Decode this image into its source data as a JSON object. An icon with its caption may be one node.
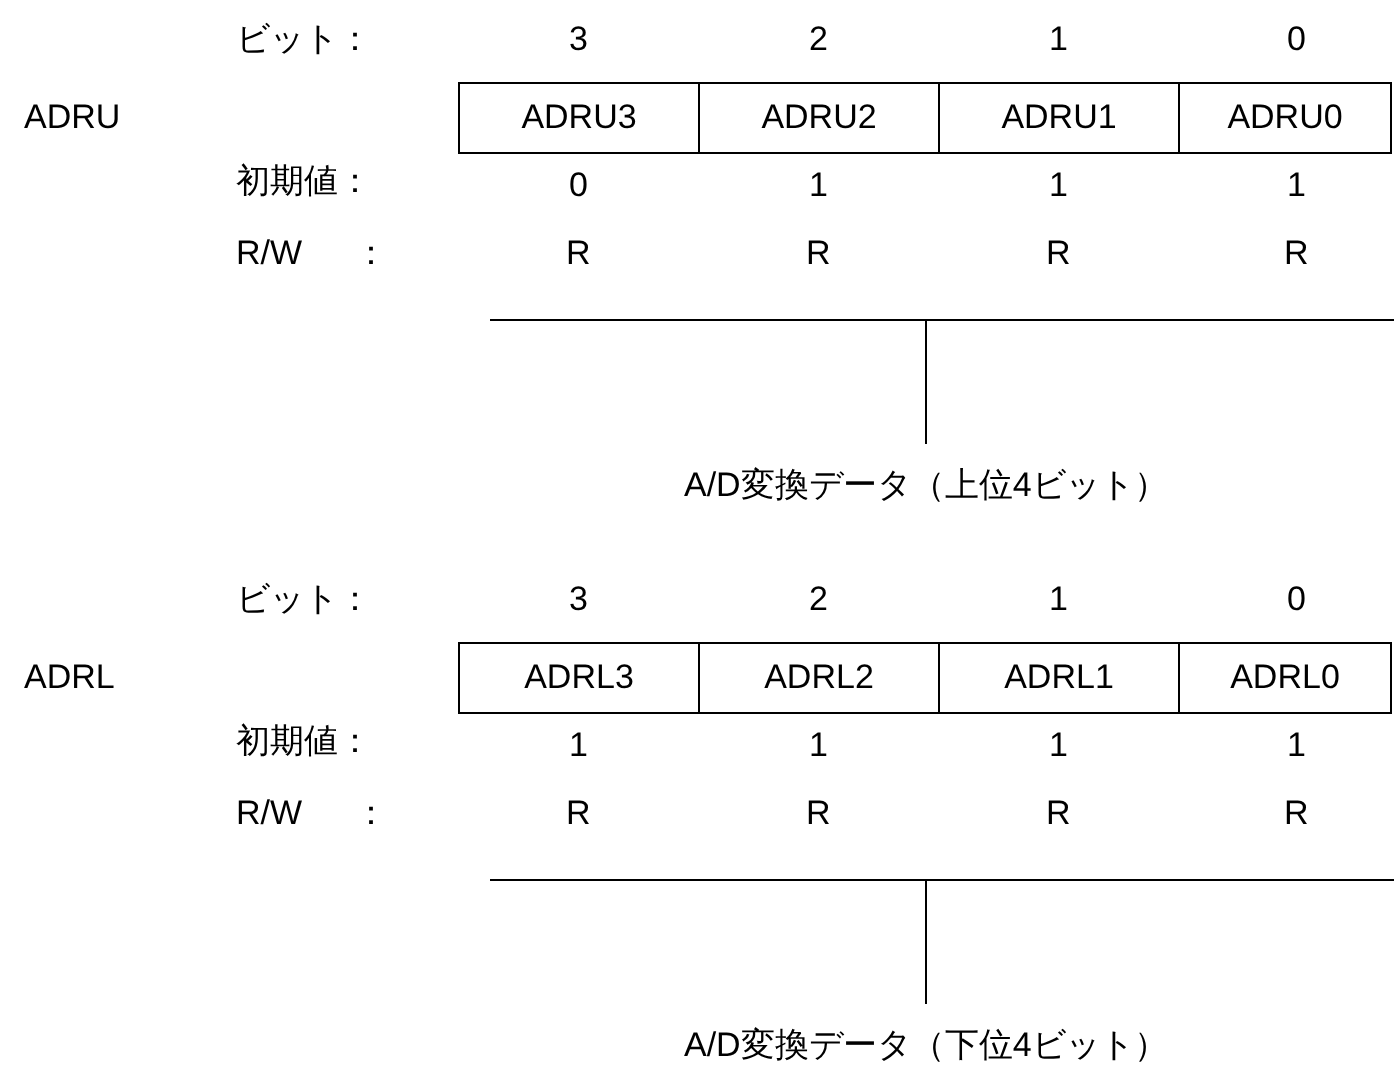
{
  "diagram": {
    "nodes": [
      {
        "text": [
          "ADRU3"
        ]
      },
      {
        "text": [
          "ADRU2"
        ]
      },
      {
        "text": [
          "ADRU1"
        ]
      },
      {
        "text": [
          "ADRU0"
        ]
      },
      {
        "text": [
          "ADRL3"
        ]
      },
      {
        "text": [
          "ADRL2"
        ]
      },
      {
        "text": [
          "ADRL1"
        ]
      },
      {
        "text": [
          "ADRL0"
        ]
      }
    ],
    "labels": [
      "ビット：",
      "3",
      "2",
      "1",
      "0",
      "ADRU",
      "初期値：",
      "0",
      "1",
      "1",
      "1",
      "R/W",
      "：",
      "R",
      "R",
      "R",
      "R",
      "A/D変換データ（上位4ビット）",
      "ビット：",
      "3",
      "2",
      "1",
      "0",
      "ADRL",
      "初期値：",
      "1",
      "1",
      "1",
      "1",
      "R/W",
      "：",
      "R",
      "R",
      "R",
      "R",
      "A/D変換データ（下位4ビット）"
    ]
  }
}
